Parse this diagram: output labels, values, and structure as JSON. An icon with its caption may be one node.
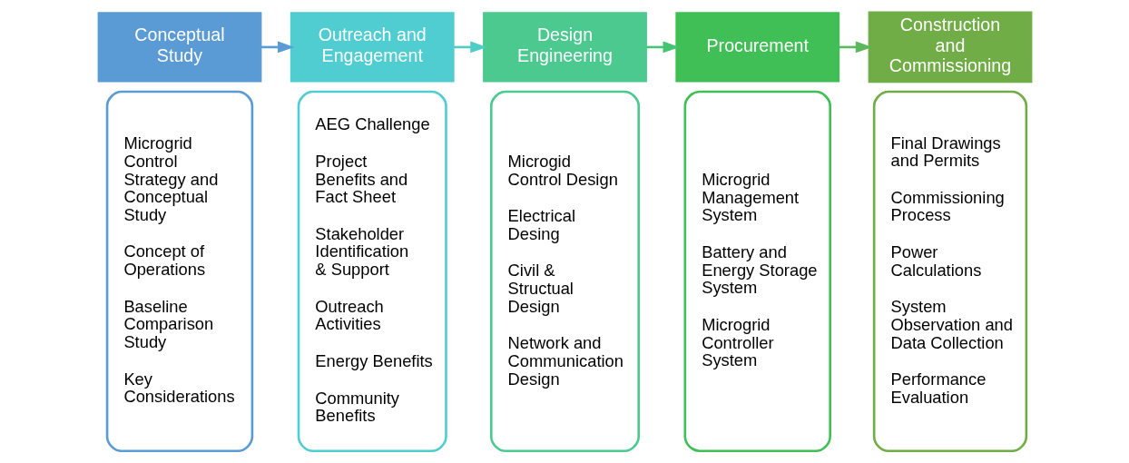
{
  "diagram": {
    "nodes": [
      {
        "text": [
          "Conceptual Study"
        ]
      },
      {
        "text": [
          "Microgrid Control Strategy and Conceptual Study",
          "Concept of Operations",
          "Baseline Comparison Study",
          "Key Considerations"
        ]
      },
      {
        "text": [
          "Outreach and Engagement"
        ]
      },
      {
        "text": [
          "AEG Challenge",
          "Project Benefits and Fact Sheet",
          "Stakeholder Identification & Support",
          "Outreach Activities",
          "Energy Benefits",
          "Community Benefits"
        ]
      },
      {
        "text": [
          "Design Engineering"
        ]
      },
      {
        "text": [
          "Microgid Control Design",
          "Electrical Desing",
          "Civil & Structual Design",
          "Network and Communication Design"
        ]
      },
      {
        "text": [
          "Procurement"
        ]
      },
      {
        "text": [
          "Microgrid Management System",
          "Battery and Energy Storage System",
          "Microgrid Controller System"
        ]
      },
      {
        "text": [
          "Construction and Commissioning"
        ]
      },
      {
        "text": [
          "Final Drawings and Permits",
          "Commissioning Process",
          "Power Calculations",
          "System Observation and Data Collection",
          "Performance Evaluation"
        ]
      }
    ],
    "edges": [
      {
        "from": 0,
        "to": 2,
        "arrow": "to",
        "color": "#5b9bd5"
      },
      {
        "from": 2,
        "to": 4,
        "arrow": "to",
        "color": "#4fcdc4"
      },
      {
        "from": 4,
        "to": 6,
        "arrow": "to",
        "color": "#45c472"
      },
      {
        "from": 6,
        "to": 8,
        "arrow": "to",
        "color": "#5cb85c"
      }
    ]
  }
}
